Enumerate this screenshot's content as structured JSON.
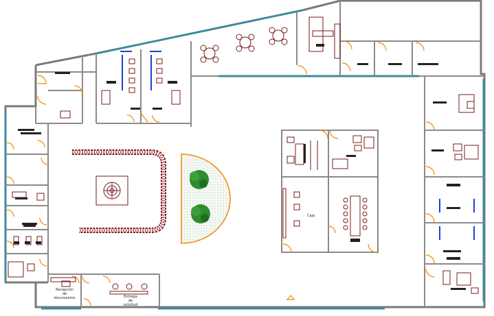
{
  "labels": {
    "reception": [
      "Recepción",
      "de",
      "documentos"
    ],
    "delivery": [
      "Entrega",
      "de",
      "solicitud"
    ],
    "cashier": "Caja"
  },
  "colors": {
    "walls": "#7a7a7a",
    "glazing": "#3f8a9e",
    "doors": "#f08a00",
    "furniture": "#7a1a1a",
    "plumbing": "#1a3fd8",
    "planting": "#2e8b2e"
  }
}
